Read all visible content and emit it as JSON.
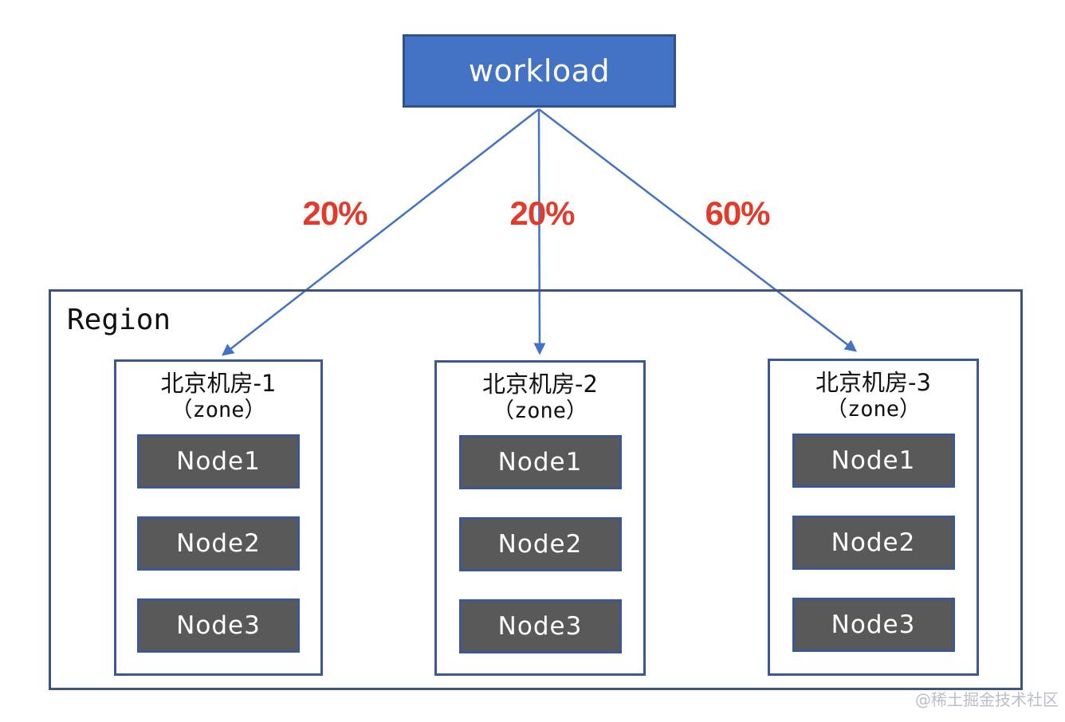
{
  "workload": {
    "label": "workload"
  },
  "edges": [
    {
      "percent": "20%"
    },
    {
      "percent": "20%"
    },
    {
      "percent": "60%"
    }
  ],
  "region": {
    "label": "Region",
    "zones": [
      {
        "name": "北京机房-1",
        "sub": "（zone）",
        "nodes": [
          "Node1",
          "Node2",
          "Node3"
        ]
      },
      {
        "name": "北京机房-2",
        "sub": "（zone）",
        "nodes": [
          "Node1",
          "Node2",
          "Node3"
        ]
      },
      {
        "name": "北京机房-3",
        "sub": "（zone）",
        "nodes": [
          "Node1",
          "Node2",
          "Node3"
        ]
      }
    ]
  },
  "watermark": "@稀土掘金技术社区",
  "colors": {
    "accent": "#4472C4",
    "workload_border": "#2F528F",
    "box_border": "#3B5794",
    "region_border": "#3E547C",
    "node_fill": "#595959",
    "percent_red": "#E23B2C",
    "watermark_gray": "#B9BEC9",
    "text_black": "#111111"
  }
}
